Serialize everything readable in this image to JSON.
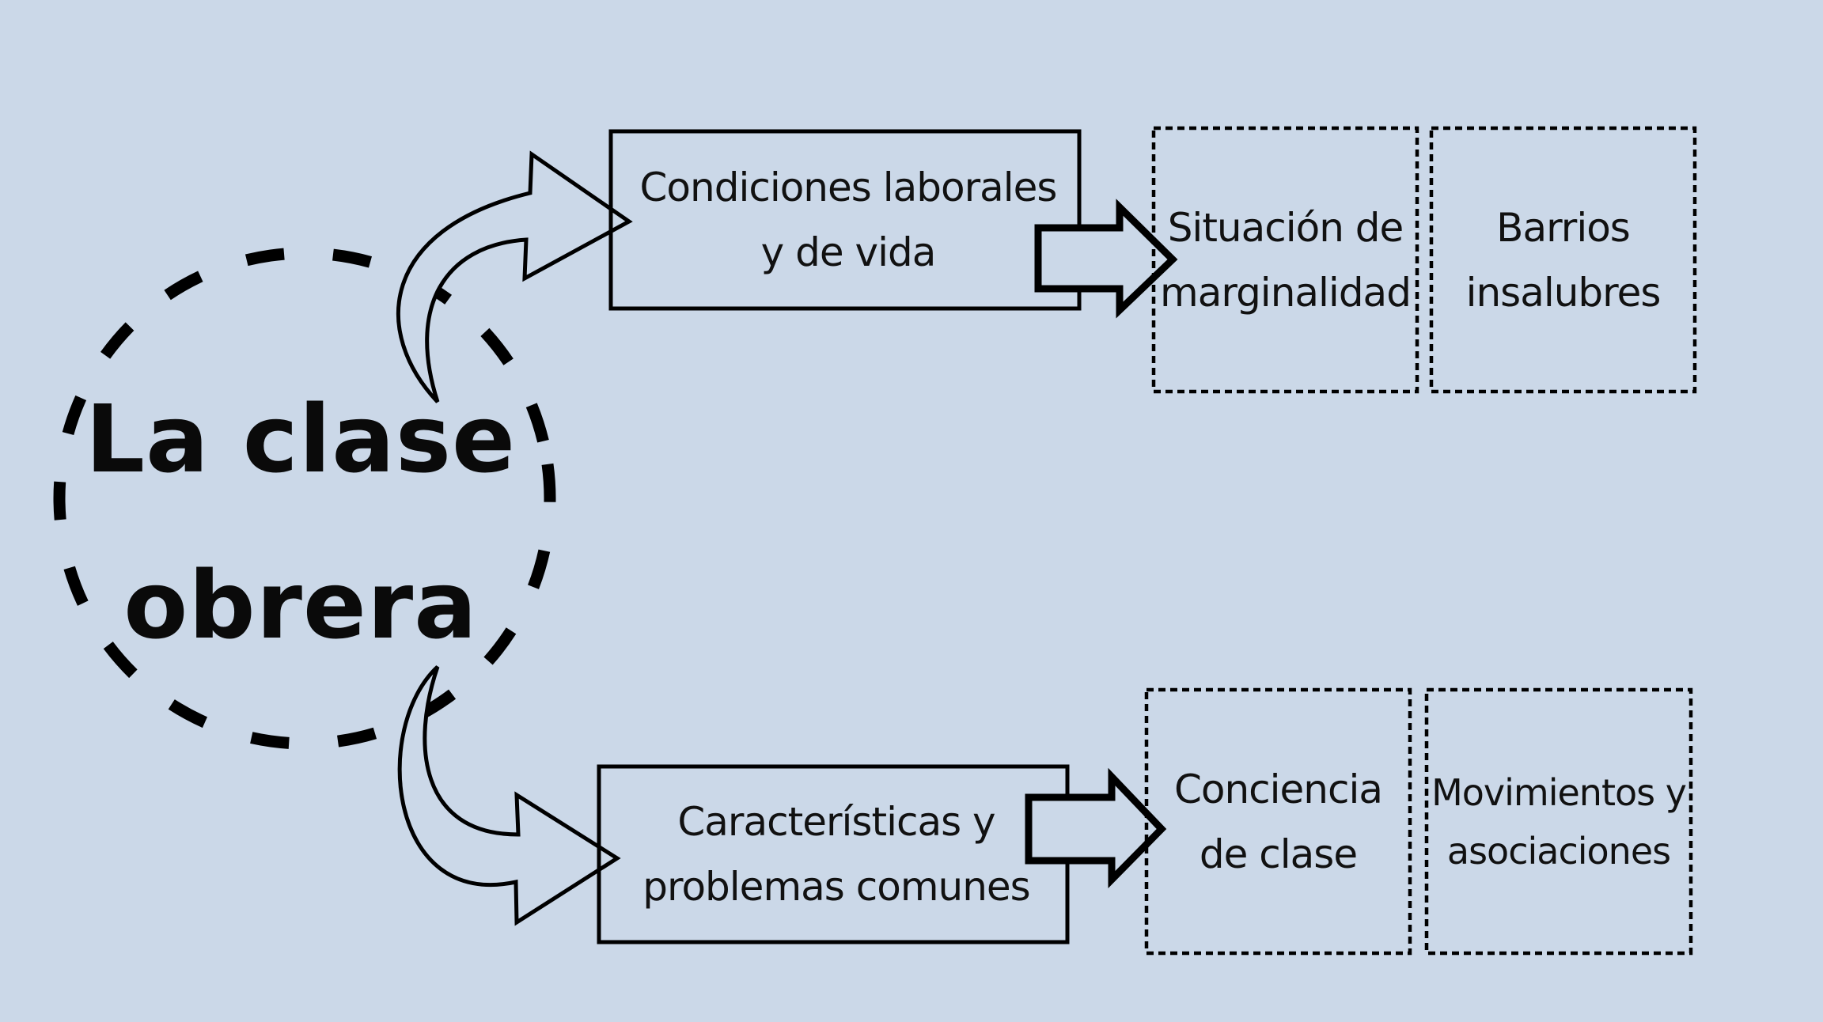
{
  "diagram": {
    "title": "La clase obrera",
    "background_color": "#cbd8e8",
    "stroke_color": "#000000",
    "central_node": {
      "lines": [
        "La clase",
        "obrera"
      ],
      "shape": "dashed-circle"
    },
    "branches": [
      {
        "id": "top",
        "connector": "curved-arrow-up",
        "node": {
          "lines": [
            "Condiciones laborales",
            "y de vida"
          ],
          "shape": "solid-rectangle"
        },
        "arrow": "block-arrow-right",
        "children": [
          {
            "lines": [
              "Situación de",
              "marginalidad"
            ],
            "shape": "dotted-rectangle"
          },
          {
            "lines": [
              "Barrios",
              "insalubres"
            ],
            "shape": "dotted-rectangle"
          }
        ]
      },
      {
        "id": "bottom",
        "connector": "curved-arrow-down",
        "node": {
          "lines": [
            "Características y",
            "problemas comunes"
          ],
          "shape": "solid-rectangle"
        },
        "arrow": "block-arrow-right",
        "children": [
          {
            "lines": [
              "Conciencia",
              "de clase"
            ],
            "shape": "dotted-rectangle"
          },
          {
            "lines": [
              "Movimientos y",
              "asociaciones"
            ],
            "shape": "dotted-rectangle"
          }
        ]
      }
    ],
    "edges": [
      {
        "from": "La clase obrera",
        "to": "Condiciones laborales y de vida"
      },
      {
        "from": "Condiciones laborales y de vida",
        "to": "Situación de marginalidad"
      },
      {
        "from": "La clase obrera",
        "to": "Características y problemas comunes"
      },
      {
        "from": "Características y problemas comunes",
        "to": "Conciencia de clase"
      }
    ]
  }
}
